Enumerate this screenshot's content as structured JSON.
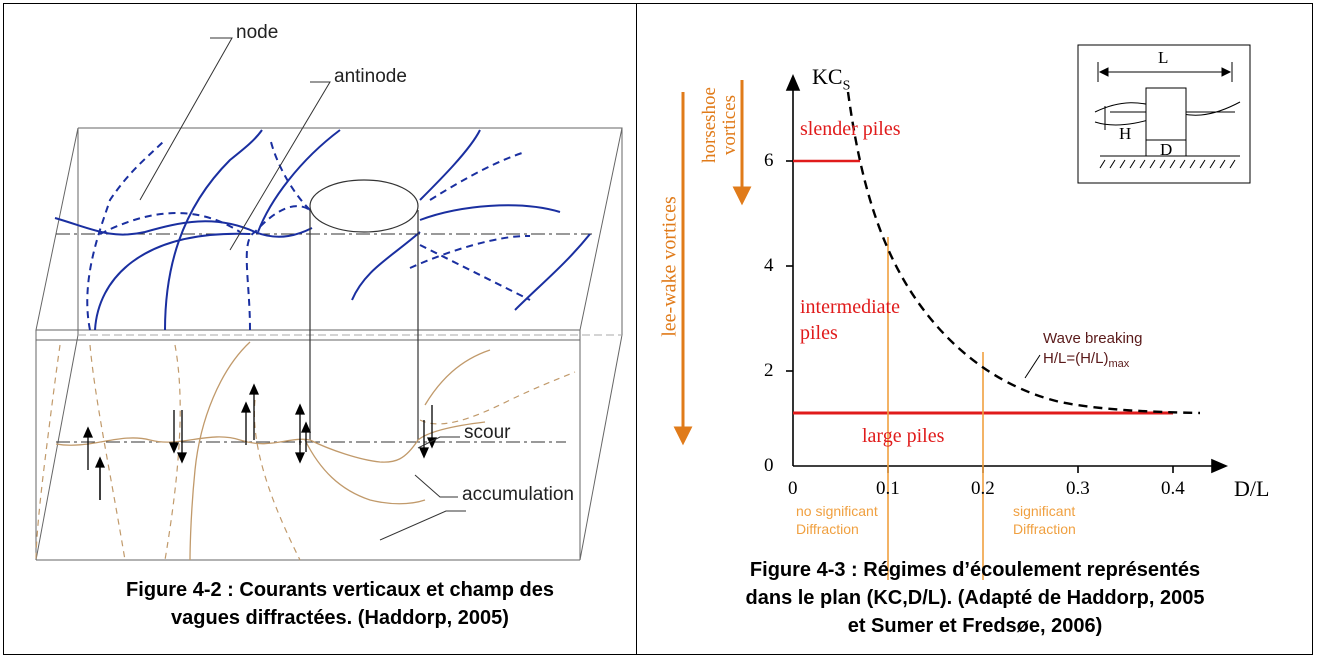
{
  "left_figure": {
    "labels": {
      "node": "node",
      "antinode": "antinode",
      "scour": "scour",
      "accumulation": "accumulation"
    },
    "caption_line1": "Figure 4-2 : Courants verticaux et champ des",
    "caption_line2": "vagues diffractées. (Haddorp, 2005)"
  },
  "right_figure": {
    "y_axis_label": "KC",
    "y_axis_label_sub": "S",
    "x_axis_label": "D/L",
    "y_ticks": [
      "0",
      "2",
      "4",
      "6"
    ],
    "x_ticks": [
      "0",
      "0.1",
      "0.2",
      "0.3",
      "0.4"
    ],
    "arrow_long_label": "lee-wake vortices",
    "arrow_short_label_1": "horseshoe",
    "arrow_short_label_2": "vortices",
    "regime_slender": "slender piles",
    "regime_intermediate_1": "intermediate",
    "regime_intermediate_2": "piles",
    "regime_large": "large piles",
    "wave_breaking_1": "Wave breaking",
    "wave_breaking_2": "H/L=(H/L)",
    "wave_breaking_sub": "max",
    "no_diffraction_1": "no significant",
    "no_diffraction_2": "Diffraction",
    "diffraction_1": "significant",
    "diffraction_2": "Diffraction",
    "inset_L": "L",
    "inset_H": "H",
    "inset_D": "D",
    "caption_line1": "Figure 4-3 : Régimes d’écoulement représentés",
    "caption_line2": "dans le plan (KC,D/L). (Adapté de Haddorp, 2005",
    "caption_line3": "et Sumer et Fredsøe, 2006)",
    "colors": {
      "orange": "#e07b1a",
      "red": "#e01b1b",
      "blue": "#1a2fa0",
      "tan": "#c19a6b",
      "dark_red": "#5a1a1a",
      "light_orange": "#f0a040"
    }
  }
}
